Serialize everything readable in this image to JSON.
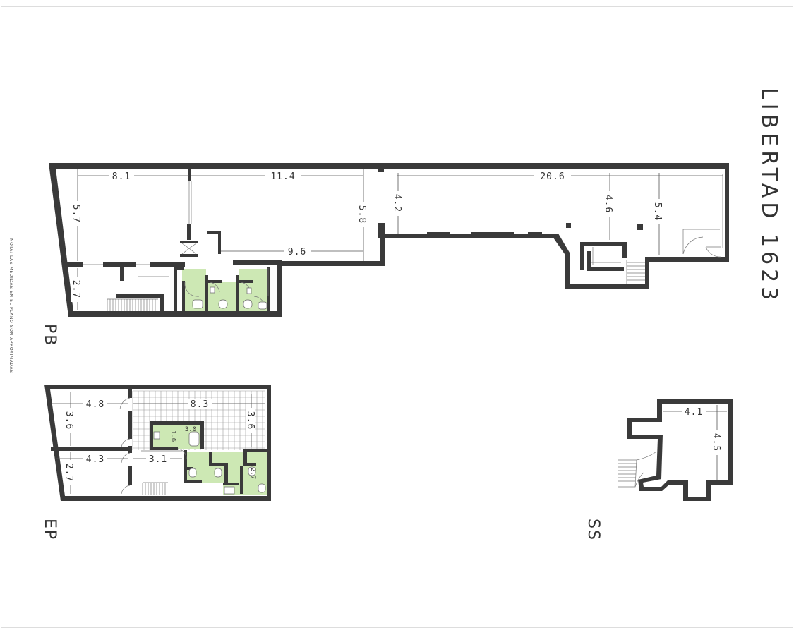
{
  "title": "LIBERTAD 1623",
  "note": "NOTA: LAS MEDIDAS EN EL PLANO SON APROXIMADAS",
  "colors": {
    "wall": "#3a3a3a",
    "wet_area": "#cde8b4"
  },
  "floors": {
    "pb": {
      "label": "PB",
      "dims": {
        "w1": "8.1",
        "w2": "11.4",
        "w3": "20.6",
        "h1": "5.7",
        "h2": "5.8",
        "h3": "4.2",
        "h4": "4.6",
        "h5": "5.4",
        "w4": "9.6",
        "h6": "2.7"
      }
    },
    "ep": {
      "label": "EP",
      "dims": {
        "w1": "4.8",
        "w2": "8.3",
        "h1": "3.6",
        "h2": "3.6",
        "w3": "4.3",
        "w4": "3.1",
        "h3": "2.7",
        "small1": "3.0",
        "small2": "1.6",
        "small3": "2.7"
      }
    },
    "ss": {
      "label": "SS",
      "dims": {
        "w1": "4.1",
        "h1": "4.5"
      }
    }
  }
}
